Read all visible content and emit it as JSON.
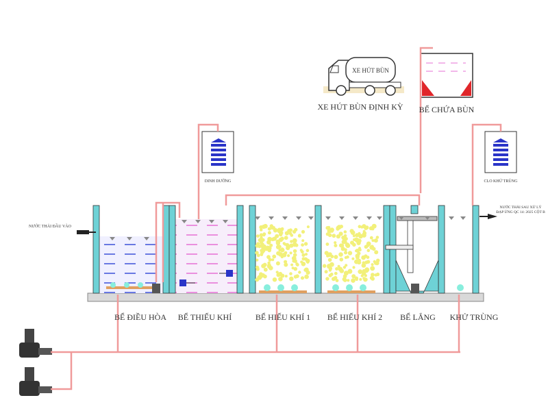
{
  "tanks": [
    {
      "id": "dieu-hoa",
      "label": "BỂ ĐIỀU HÒA"
    },
    {
      "id": "thieu-khi",
      "label": "BỂ THIẾU KHÍ"
    },
    {
      "id": "hieu-khi-1",
      "label": "BỂ HIẾU KHÍ 1"
    },
    {
      "id": "hieu-khi-2",
      "label": "BỂ HIẾU KHÍ 2"
    },
    {
      "id": "lang",
      "label": "BỂ LẮNG"
    },
    {
      "id": "khu-trung",
      "label": "KHỬ TRÙNG"
    }
  ],
  "sludge_tank": {
    "label": "BỂ CHỨA BÙN"
  },
  "truck": {
    "label": "XE HÚT BÙN ĐỊNH KỲ",
    "body_text": "XE HÚT BÙN"
  },
  "chemicals": {
    "nutrient": "DINH DƯỠNG",
    "chlorine": "CLO KHỬ TRÙNG"
  },
  "inlet": {
    "label": "NƯỚC THẢI ĐẦU VÀO"
  },
  "outlet": {
    "line1": "NƯỚC THẢI SAU XỬ LÝ",
    "line2": "ĐẠP ỨNG QC 14: 2025 CỘT B"
  },
  "colors": {
    "wall": "#6ed2d6",
    "water_line": "#3b4fd8",
    "pink_line": "#e66fd4",
    "pipe": "#f09a9a",
    "bubbles": "#f2f07a",
    "sludge": "#e0262a",
    "drum_blue": "#2a34c8"
  }
}
